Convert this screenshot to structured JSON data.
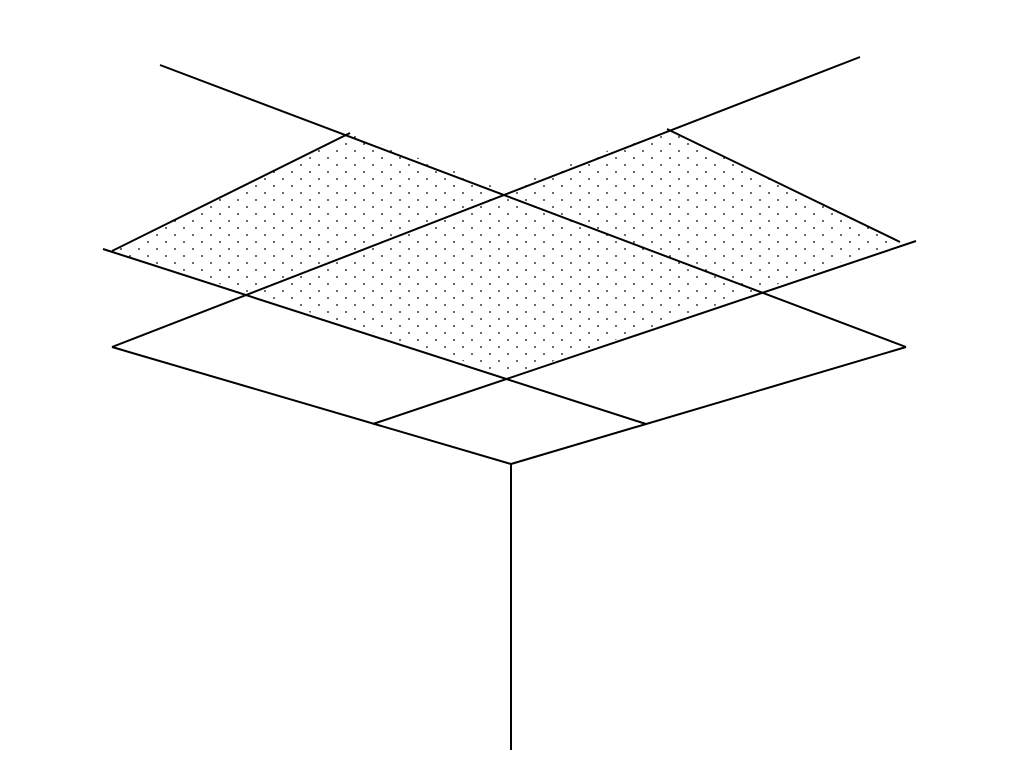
{
  "drawing": {
    "subject": "",
    "colors": {
      "background": "#ffffff",
      "line": "#000000",
      "dot": "#000000"
    },
    "tiles": [
      {
        "name": "left-tile",
        "texture": "dotted"
      },
      {
        "name": "center-tile",
        "texture": "dotted"
      },
      {
        "name": "right-tile",
        "texture": "dotted"
      },
      {
        "name": "lower-left-tile",
        "texture": "plain"
      },
      {
        "name": "lower-right-tile",
        "texture": "plain"
      },
      {
        "name": "front-corner-tile",
        "texture": "plain"
      }
    ]
  }
}
